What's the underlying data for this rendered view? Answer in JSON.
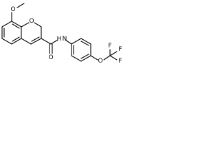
{
  "molecule": {
    "atom_labels": {
      "methoxy_oxygen": "O",
      "ring_oxygen": "O",
      "amide_nitrogen": "N",
      "amide_hydrogen": "H",
      "carbonyl_oxygen": "O",
      "ether_oxygen": "O",
      "fluorine_top": "F",
      "fluorine_right": "F",
      "fluorine_bottom": "F"
    }
  }
}
